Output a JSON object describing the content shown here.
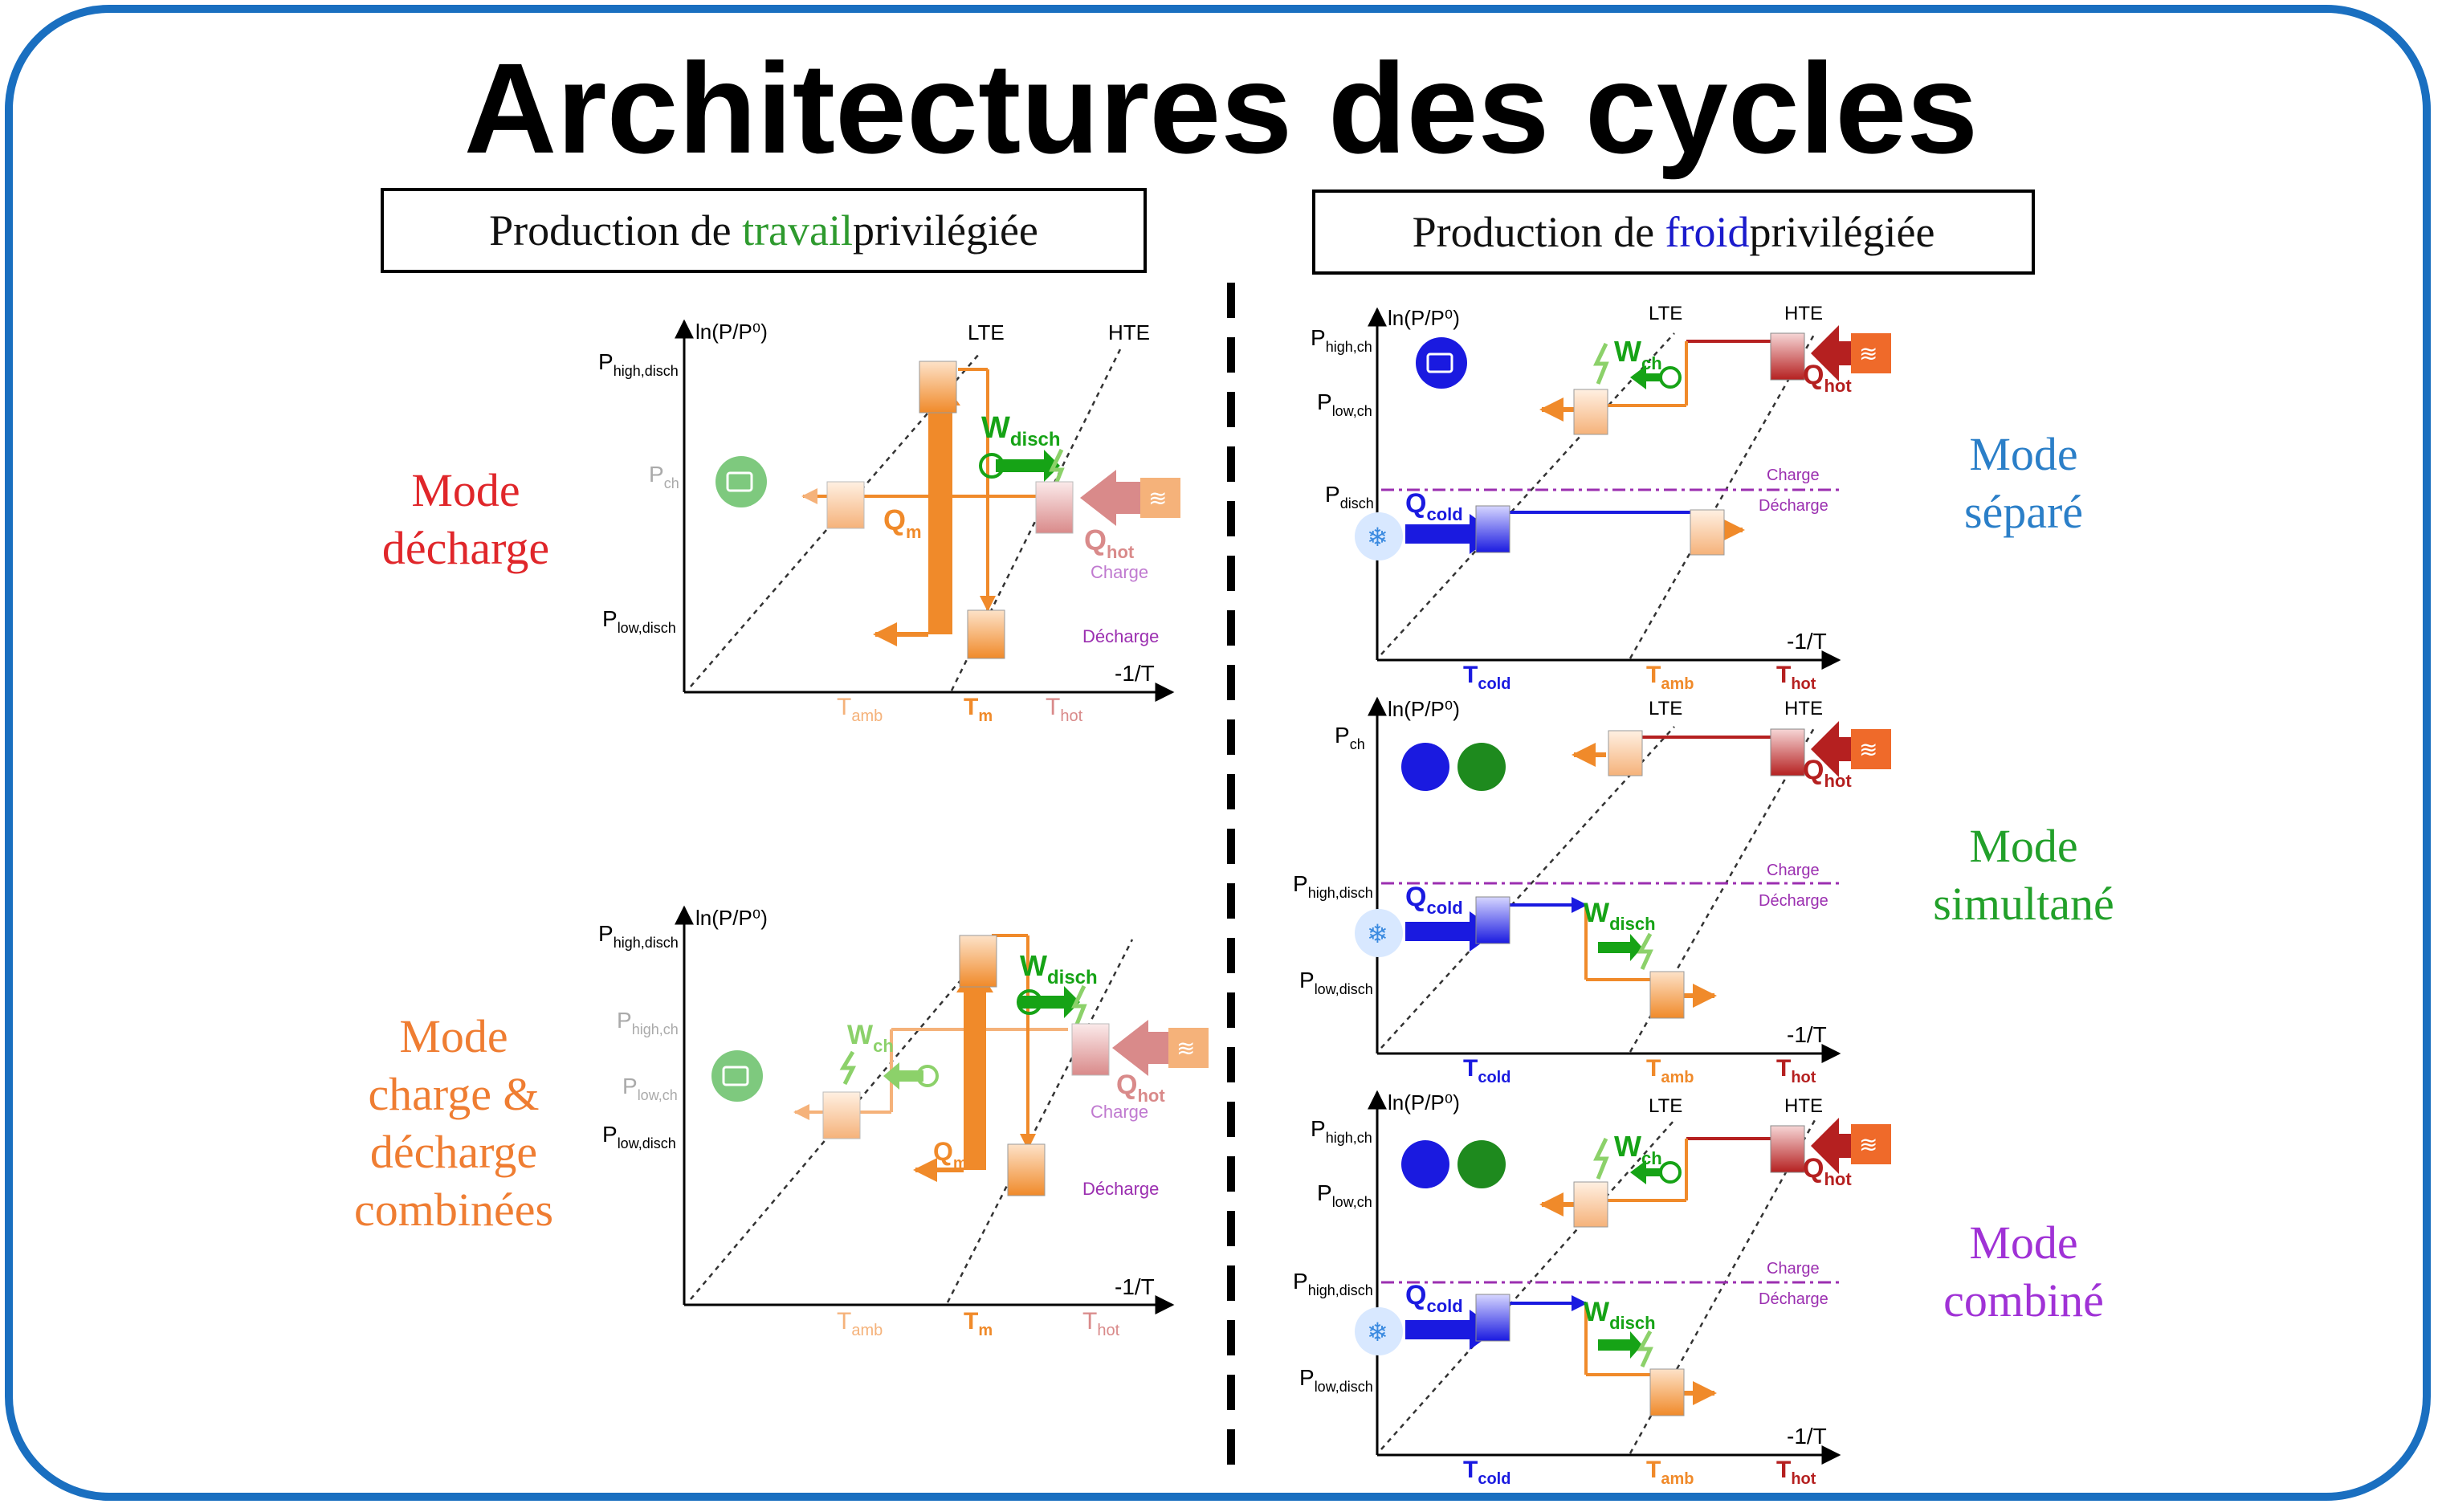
{
  "title": "Architectures des cycles",
  "sections": {
    "left": {
      "prefix": "Production de ",
      "keyword": "travail",
      "suffix": " privilégiée",
      "keyword_color": "#2e9a2e"
    },
    "right": {
      "prefix": "Production de ",
      "keyword": "froid",
      "suffix": " privilégiée",
      "keyword_color": "#1a1acc"
    }
  },
  "modes": {
    "decharge": {
      "line1": "Mode",
      "line2": "décharge",
      "color": "#e0262a"
    },
    "charge_decharge": {
      "line1": "Mode",
      "line2": "charge &",
      "line3": "décharge",
      "line4": "combinées",
      "color": "#ef7d32"
    },
    "separe": {
      "line1": "Mode",
      "line2": "séparé",
      "color": "#2b7fc8"
    },
    "simultane": {
      "line1": "Mode",
      "line2": "simultané",
      "color": "#22a02a"
    },
    "combine": {
      "line1": "Mode",
      "line2": "combiné",
      "color": "#a032d6"
    }
  },
  "axis": {
    "y_label": "ln(P/P⁰)",
    "x_label": "-1/T"
  },
  "lines": {
    "lte": "LTE",
    "hte": "HTE",
    "charge": "Charge",
    "decharge": "Décharge"
  },
  "pressures": {
    "p_high_disch": [
      "P",
      "high,disch"
    ],
    "p_ch": [
      "P",
      "ch"
    ],
    "p_low_disch": [
      "P",
      "low,disch"
    ],
    "p_high_ch": [
      "P",
      "high,ch"
    ],
    "p_low_ch": [
      "P",
      "low,ch"
    ],
    "p_disch": [
      "P",
      "disch"
    ]
  },
  "temperatures": {
    "t_amb": [
      "T",
      "amb"
    ],
    "t_m": [
      "T",
      "m"
    ],
    "t_hot": [
      "T",
      "hot"
    ],
    "t_cold": [
      "T",
      "cold"
    ]
  },
  "flows": {
    "q_m": [
      "Q",
      "m"
    ],
    "q_hot": [
      "Q",
      "hot"
    ],
    "q_cold": [
      "Q",
      "cold"
    ],
    "w_disch": [
      "W",
      "disch"
    ],
    "w_ch": [
      "W",
      "ch"
    ]
  },
  "colors": {
    "frame": "#1a6fc0",
    "orange": "#f08a2a",
    "light_orange": "#f5b27a",
    "green": "#16a316",
    "light_green": "#8cd16a",
    "red": "#b52020",
    "pink": "#d98a8a",
    "blue": "#1a1ae0",
    "purple": "#9b2fb0",
    "charge_pink": "#c07ad0"
  },
  "icons": [
    "battery-icon",
    "snowflake-battery-icon",
    "heater-icon",
    "snowflake-icon",
    "lightning-icon",
    "turbine-icon"
  ]
}
